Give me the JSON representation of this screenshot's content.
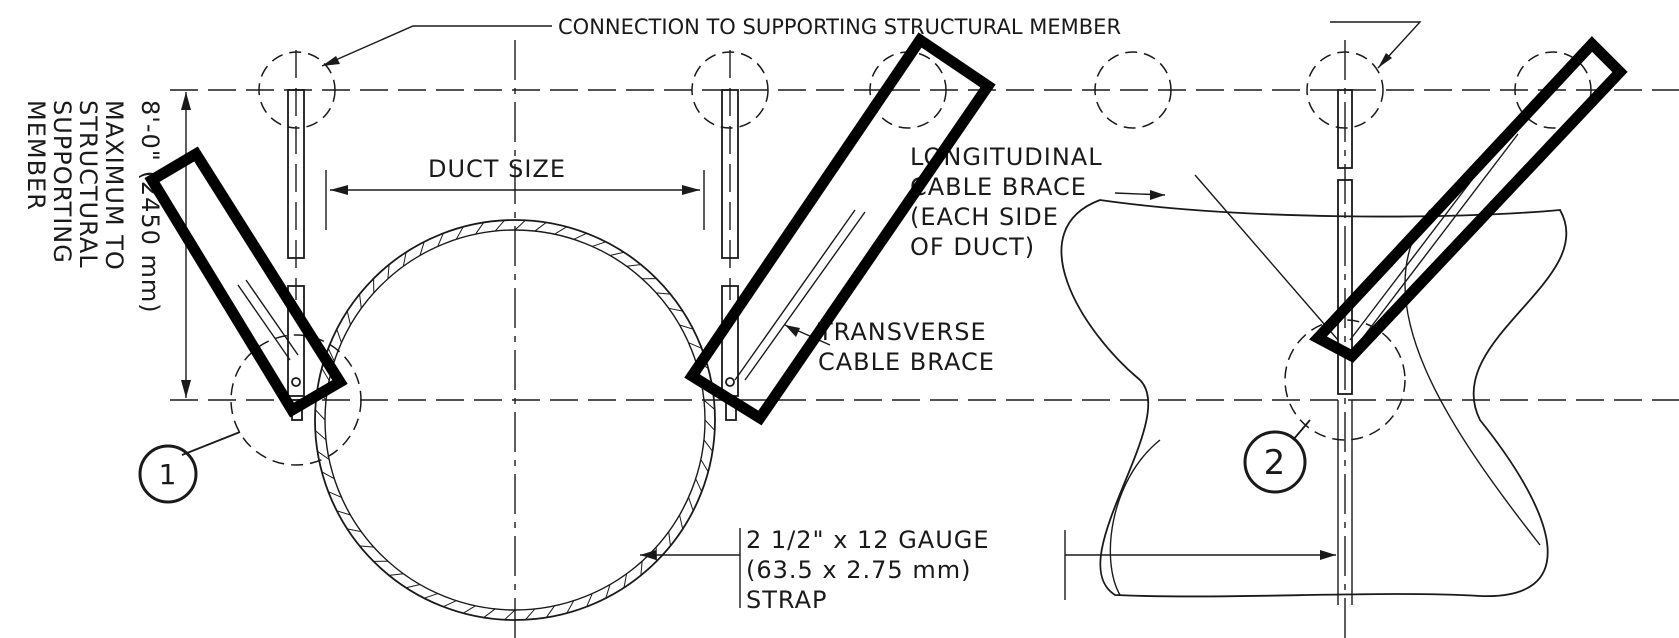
{
  "labels": {
    "connection": "CONNECTION TO SUPPORTING STRUCTURAL MEMBER",
    "duct_size": "DUCT SIZE",
    "longitudinal": [
      "LONGITUDINAL",
      "CABLE BRACE",
      "(EACH SIDE",
      "OF DUCT)"
    ],
    "transverse": [
      "TRANSVERSE",
      "CABLE BRACE"
    ],
    "strap": [
      "2 1/2\" x 12 GAUGE",
      "(63.5 x 2.75 mm)",
      "STRAP"
    ],
    "vertical_dim": [
      "8'-0\" (2450 mm)",
      "MAXIMUM TO",
      "STRUCTURAL",
      "SUPPORTING",
      "MEMBER"
    ],
    "detail_1": "1",
    "detail_2": "2"
  }
}
